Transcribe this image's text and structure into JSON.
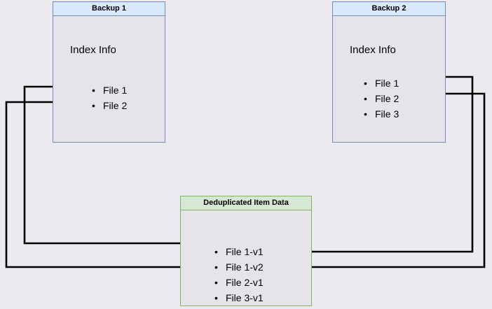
{
  "diagram": {
    "title_hidden": "",
    "background_color": "#eceaef",
    "nodes": [
      {
        "id": "backup1",
        "header": "Backup 1",
        "body_label": "Index Info",
        "items": [
          "File 1",
          "File 2"
        ],
        "fill": "#e6e4e9",
        "header_fill": "#dae8fc",
        "stroke": "#6c8ebf"
      },
      {
        "id": "backup2",
        "header": "Backup 2",
        "body_label": "Index Info",
        "items": [
          "File 1",
          "File 2",
          "File 3"
        ],
        "fill": "#e6e4e9",
        "header_fill": "#dae8fc",
        "stroke": "#6c8ebf"
      },
      {
        "id": "dedup",
        "header": "Deduplicated Item Data",
        "body_label": "",
        "items": [
          "File 1-v1",
          "File 1-v2",
          "File 2-v1",
          "File 3-v1"
        ],
        "fill": "#e6e4e9",
        "header_fill": "#d5e8d4",
        "stroke": "#82b366"
      }
    ],
    "edges": [
      {
        "from": "backup1.File 1",
        "to": "dedup.File 1-v1",
        "route": "left"
      },
      {
        "from": "backup1.File 2",
        "to": "dedup.File 2-v1",
        "route": "left"
      },
      {
        "from": "backup2.File 1",
        "to": "dedup.File 1-v2",
        "route": "right"
      },
      {
        "from": "backup2.File 2",
        "to": "dedup.File 2-v1",
        "route": "right"
      }
    ],
    "edge_color": "#000000"
  }
}
